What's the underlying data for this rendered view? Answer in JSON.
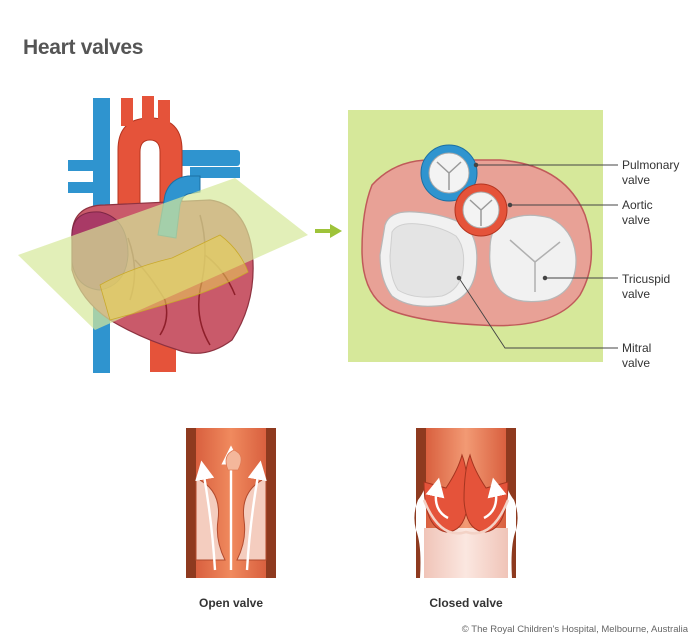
{
  "title": "Heart valves",
  "labels": {
    "pulmonary": [
      "Pulmonary",
      "valve"
    ],
    "aortic": [
      "Aortic",
      "valve"
    ],
    "tricuspid": [
      "Tricuspid",
      "valve"
    ],
    "mitral": [
      "Mitral",
      "valve"
    ]
  },
  "captions": {
    "open": "Open valve",
    "closed": "Closed valve"
  },
  "credit": "© The Royal Children's Hospital, Melbourne, Australia",
  "colors": {
    "plane_green": "#d6e89a",
    "arrow_green": "#9ec33a",
    "vessel_red": "#e5533a",
    "vessel_blue": "#2f94cf",
    "heart_pink": "#c95a6a",
    "valve_tissue": "#e8a196"
  }
}
